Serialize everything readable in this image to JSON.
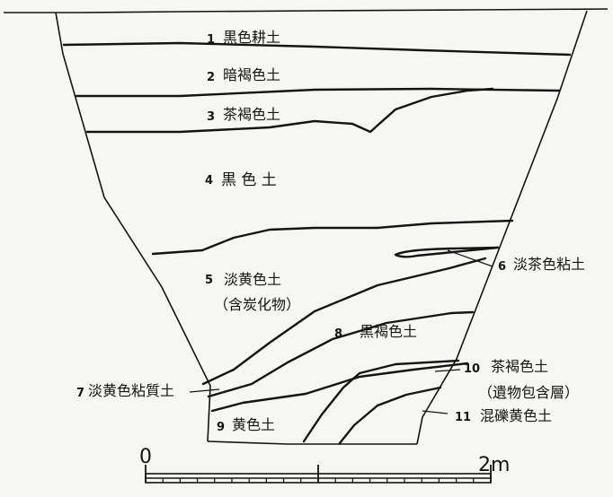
{
  "layers": [
    {
      "number": "1",
      "name": "黒色耕土"
    },
    {
      "number": "2",
      "name": "暗褐色土"
    },
    {
      "number": "3",
      "name": "茶褐色土"
    },
    {
      "number": "4",
      "name": "黒 色 土"
    },
    {
      "number": "5",
      "name": "淡黄色土",
      "note": "（含炭化物）"
    },
    {
      "number": "6",
      "name": "淡茶色粘土"
    },
    {
      "number": "7",
      "name": "淡黄色粘質土"
    },
    {
      "number": "8",
      "name": "黒褐色土"
    },
    {
      "number": "9",
      "name": "黄色土"
    },
    {
      "number": "10",
      "name": "茶褐色土",
      "note": "（遺物包含層）"
    },
    {
      "number": "11",
      "name": "混礫黄色土"
    }
  ],
  "scale": {
    "start": "0",
    "end": "2m"
  }
}
